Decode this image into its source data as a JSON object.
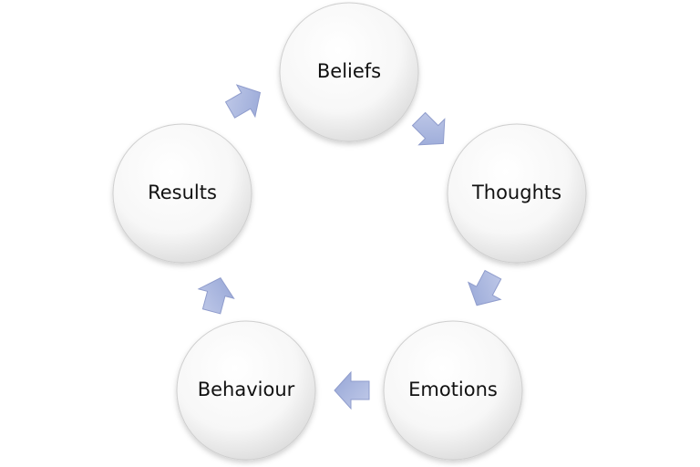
{
  "diagram": {
    "nodes": [
      {
        "id": "beliefs",
        "label": "Beliefs"
      },
      {
        "id": "thoughts",
        "label": "Thoughts"
      },
      {
        "id": "emotions",
        "label": "Emotions"
      },
      {
        "id": "behaviour",
        "label": "Behaviour"
      },
      {
        "id": "results",
        "label": "Results"
      }
    ],
    "edges": [
      {
        "from": "beliefs",
        "to": "thoughts"
      },
      {
        "from": "thoughts",
        "to": "emotions"
      },
      {
        "from": "emotions",
        "to": "behaviour"
      },
      {
        "from": "behaviour",
        "to": "results"
      },
      {
        "from": "results",
        "to": "beliefs"
      }
    ],
    "colors": {
      "node_fill_light": "#ffffff",
      "node_fill_dark": "#d9d9d9",
      "node_stroke": "#cfcfcf",
      "arrow_fill": "#a9b6dd",
      "arrow_stroke": "#8f9ccc",
      "text": "#111111"
    }
  }
}
